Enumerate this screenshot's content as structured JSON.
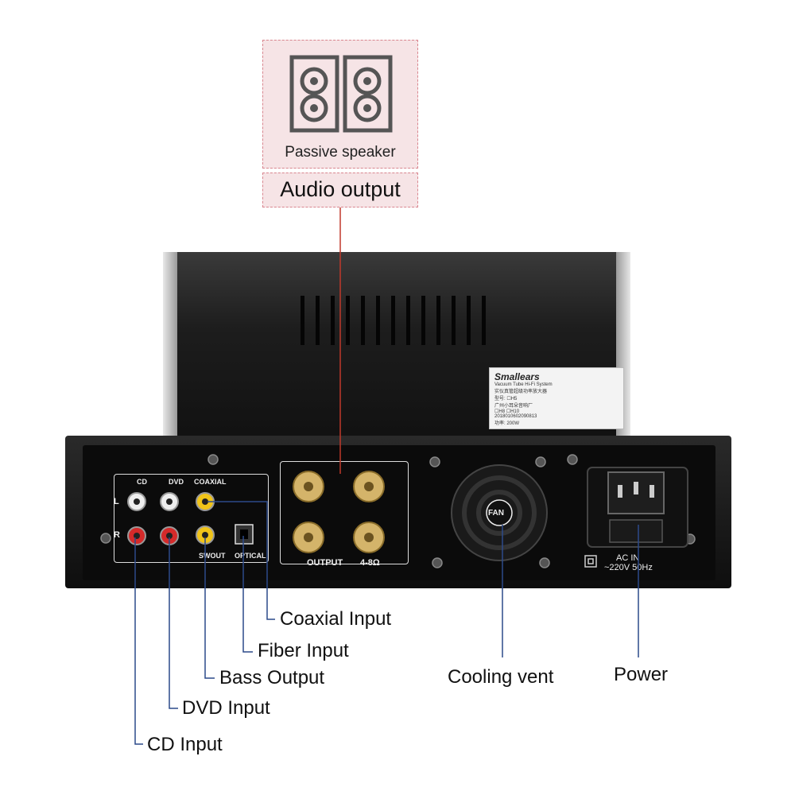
{
  "callouts": {
    "speaker_label": "Passive speaker",
    "audio_output": "Audio output",
    "coaxial_input": "Coaxial Input",
    "fiber_input": "Fiber Input",
    "bass_output": "Bass Output",
    "dvd_input": "DVD Input",
    "cd_input": "CD Input",
    "cooling_vent": "Cooling vent",
    "power": "Power"
  },
  "panel": {
    "cd": "CD",
    "dvd": "DVD",
    "coaxial": "COAXIAL",
    "swout": "SWOUT",
    "optical": "OPTICAL",
    "output": "OUTPUT",
    "impedance": "4-8Ω",
    "fan": "FAN",
    "ac_in": "AC IN",
    "voltage": "~220V 50Hz",
    "left": "L",
    "right": "R"
  },
  "spec_label": {
    "brand": "Smallears",
    "line1": "Vacuum Tube Hi-Fi System",
    "line2": "实仪真管超级功率放大器",
    "line3": "型号: ☐H5",
    "line4": "广州小耳朵音响厂",
    "line5": "☐H8 ☐H10",
    "line6": "2018010602090813",
    "line7": "功率: 200W"
  },
  "colors": {
    "callout_bg": "#f6e4e6",
    "callout_border": "#d9868f",
    "leader_red": "#c0392b",
    "leader_blue": "#2c4a8a",
    "binding_post": "#d4b46a",
    "rca_red": "#d42a2a",
    "rca_yellow": "#f0c419"
  }
}
